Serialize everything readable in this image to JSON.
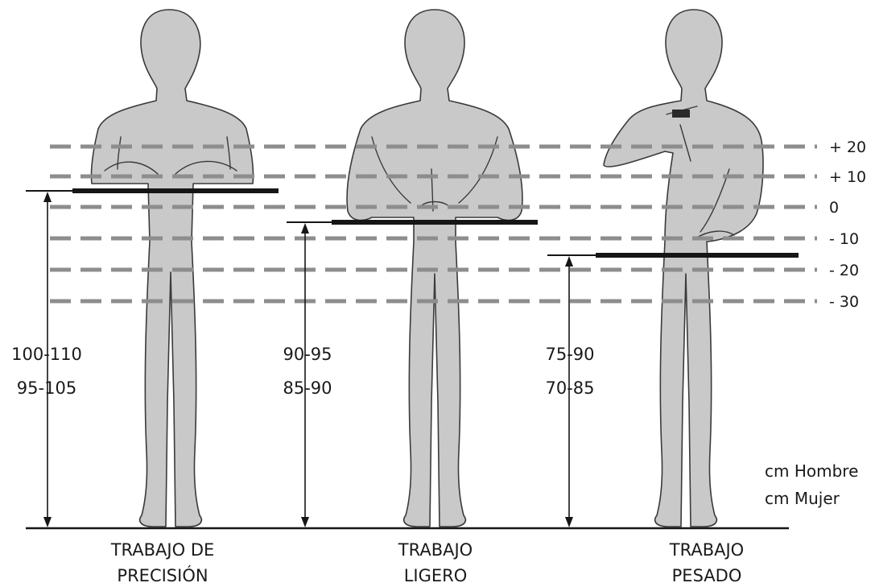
{
  "reference_levels": [
    "+ 20",
    "+ 10",
    "0",
    "- 10",
    "- 20",
    "- 30"
  ],
  "legend": {
    "man": "cm Hombre",
    "woman": "cm Mujer"
  },
  "figures": [
    {
      "caption_line1": "TRABAJO DE",
      "caption_line2": "PRECISIÓN",
      "height_man": "100-110",
      "height_woman": "95-105"
    },
    {
      "caption_line1": "TRABAJO",
      "caption_line2": "LIGERO",
      "height_man": "90-95",
      "height_woman": "85-90"
    },
    {
      "caption_line1": "TRABAJO",
      "caption_line2": "PESADO",
      "height_man": "75-90",
      "height_woman": "70-85"
    }
  ]
}
